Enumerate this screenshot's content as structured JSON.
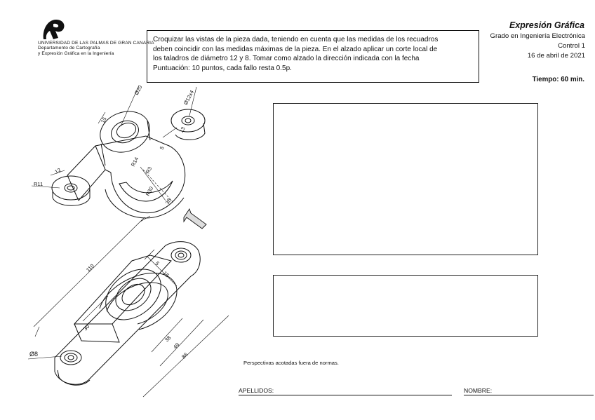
{
  "header": {
    "university_lines": [
      "UNIVERSIDAD DE LAS PALMAS DE GRAN CANARIA",
      "Departamento de Cartografía",
      "y Expresión Gráfica en la Ingeniería"
    ],
    "instructions": [
      "Croquizar las vistas de la pieza dada, teniendo en cuenta que las medidas de los recuadros",
      "deben coincidir con las medidas máximas de la pieza. En el alzado aplicar un corte local de",
      "los taladros de diámetro 12 y 8. Tomar como alzado la dirección indicada con la fecha",
      "Puntuación: 10 puntos, cada fallo resta 0.5p."
    ],
    "course_title": "Expresión Gráfica",
    "degree": "Grado en Ingeniería Electrónica",
    "control": "Control 1",
    "date": "16 de abril de 2021",
    "time": "Tiempo: 60 min."
  },
  "top_view_dims": {
    "d20": "Ø20",
    "d12x4": "Ø12x4",
    "dim_15": "15",
    "dim_5": "5",
    "dim_13": "13",
    "r14": "R14",
    "r3": "R3",
    "r11": "R11",
    "dim_12": "12",
    "r30": "R30",
    "dim_38b": "38"
  },
  "bottom_view_dims": {
    "d110": "110",
    "d5": "5",
    "d15": "15",
    "d30": "30",
    "d38": "38",
    "d49": "49",
    "d86": "86",
    "d8": "Ø8"
  },
  "footer": {
    "note": "Perspectivas acotadas fuera de normas.",
    "surname_label": "APELLIDOS:",
    "name_label": "NOMBRE:"
  }
}
